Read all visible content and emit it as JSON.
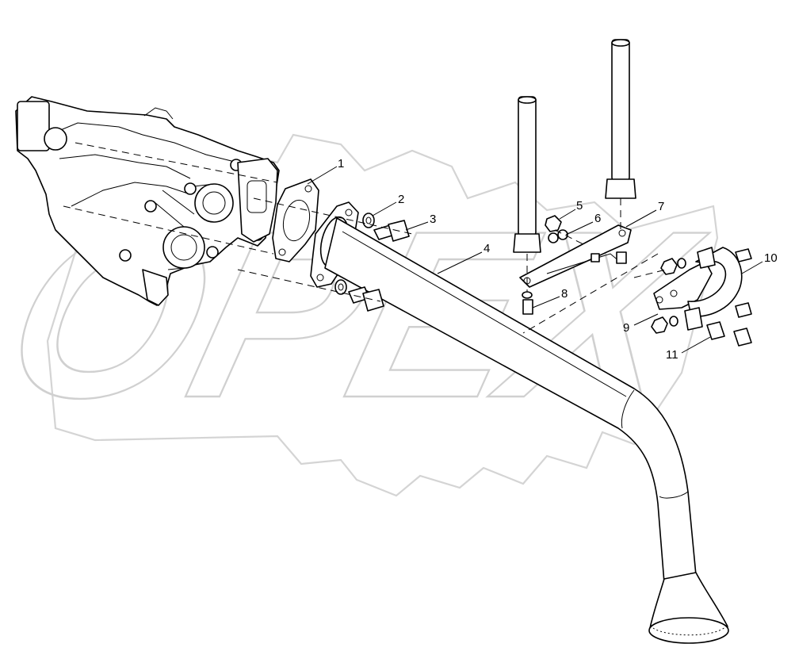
{
  "watermark": {
    "text": "OPEX"
  },
  "callouts": [
    {
      "id": "1",
      "label": "1"
    },
    {
      "id": "2",
      "label": "2"
    },
    {
      "id": "3",
      "label": "3"
    },
    {
      "id": "4",
      "label": "4"
    },
    {
      "id": "5",
      "label": "5"
    },
    {
      "id": "6",
      "label": "6"
    },
    {
      "id": "7",
      "label": "7"
    },
    {
      "id": "8",
      "label": "8"
    },
    {
      "id": "9",
      "label": "9"
    },
    {
      "id": "10",
      "label": "10"
    },
    {
      "id": "11",
      "label": "11"
    }
  ],
  "colors": {
    "line": "#000000",
    "watermark": "#d4d4d4",
    "background": "#ffffff"
  }
}
